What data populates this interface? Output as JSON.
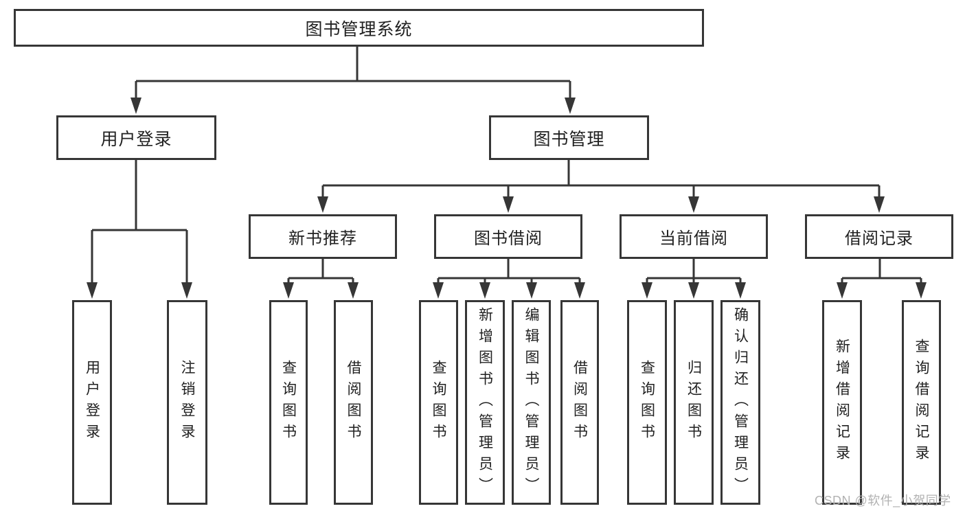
{
  "tree": {
    "label": "图书管理系统",
    "children": [
      {
        "label": "用户登录",
        "children": [
          {
            "label": "用户登录"
          },
          {
            "label": "注销登录"
          }
        ]
      },
      {
        "label": "图书管理",
        "children": [
          {
            "label": "新书推荐",
            "children": [
              {
                "label": "查询图书"
              },
              {
                "label": "借阅图书"
              }
            ]
          },
          {
            "label": "图书借阅",
            "children": [
              {
                "label": "查询图书"
              },
              {
                "label": "新增图书（管理员）"
              },
              {
                "label": "编辑图书（管理员）"
              },
              {
                "label": "借阅图书"
              }
            ]
          },
          {
            "label": "当前借阅",
            "children": [
              {
                "label": "查询图书"
              },
              {
                "label": "归还图书"
              },
              {
                "label": "确认归还（管理员）"
              }
            ]
          },
          {
            "label": "借阅记录",
            "children": [
              {
                "label": "新增借阅记录"
              },
              {
                "label": "查询借阅记录"
              }
            ]
          }
        ]
      }
    ]
  },
  "watermark": {
    "text": "CSDN @软件_小贺同学",
    "color": "#b2b2b2"
  },
  "colors": {
    "line": "#363636",
    "box_border": "#363636",
    "text": "#212121",
    "background": "#ffffff"
  }
}
